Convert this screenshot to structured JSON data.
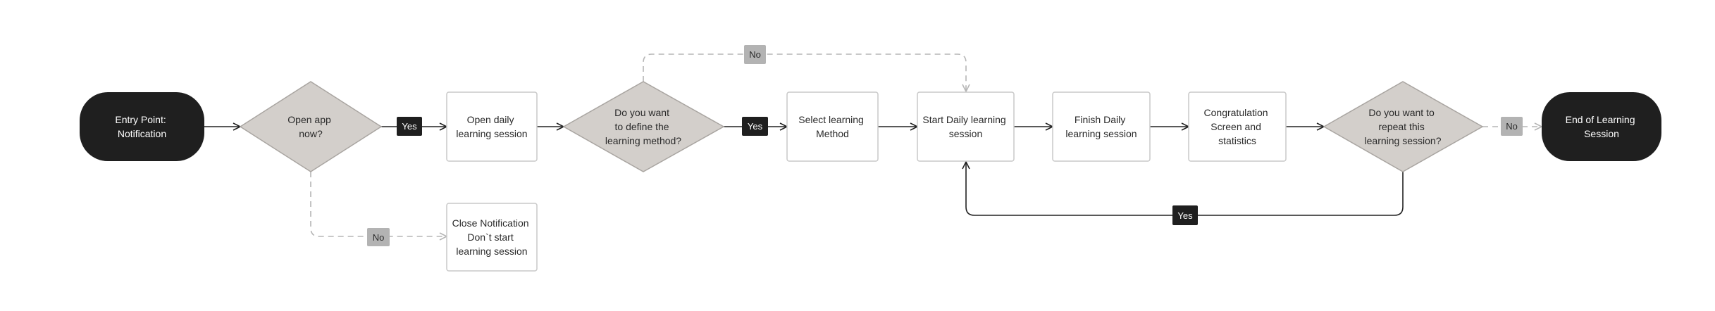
{
  "nodes": {
    "entry": [
      "Entry Point:",
      "Notification"
    ],
    "open_app": [
      "Open app",
      "now?"
    ],
    "open_daily": [
      "Open daily",
      "learning session"
    ],
    "define_method": [
      "Do you want",
      "to define the",
      "learning method?"
    ],
    "select_method": [
      "Select learning",
      "Method"
    ],
    "start_daily": [
      "Start Daily learning",
      "session"
    ],
    "finish_daily": [
      "Finish Daily",
      "learning session"
    ],
    "congrats": [
      "Congratulation",
      "Screen and",
      "statistics"
    ],
    "repeat": [
      "Do you want to",
      "repeat this",
      "learning session?"
    ],
    "end": [
      "End of Learning",
      "Session"
    ],
    "close_notification": [
      "Close Notification",
      "Don`t start",
      "learning session"
    ]
  },
  "edge_labels": {
    "yes_open_app": "Yes",
    "no_open_app": "No",
    "yes_define": "Yes",
    "no_define": "No",
    "yes_repeat": "Yes",
    "no_repeat": "No"
  },
  "colors": {
    "terminal_fill": "#1f1f1f",
    "decision_fill": "#d3cfcb",
    "decision_stroke": "#a9a5a1",
    "process_stroke": "#c9c9c9",
    "edge_solid": "#222222",
    "edge_dashed": "#b5b5b5",
    "yes_badge": "#1f1f1f",
    "no_badge": "#b3b3b3"
  }
}
